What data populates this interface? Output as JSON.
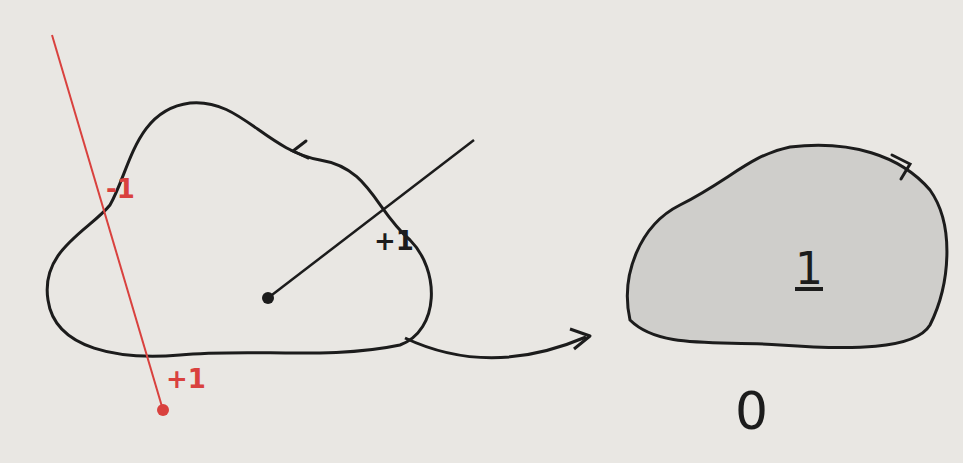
{
  "diagram": {
    "nodes": [
      {
        "text": [
          "1"
        ]
      }
    ],
    "labels": [
      "-1",
      "+1",
      "+1",
      "0"
    ]
  }
}
